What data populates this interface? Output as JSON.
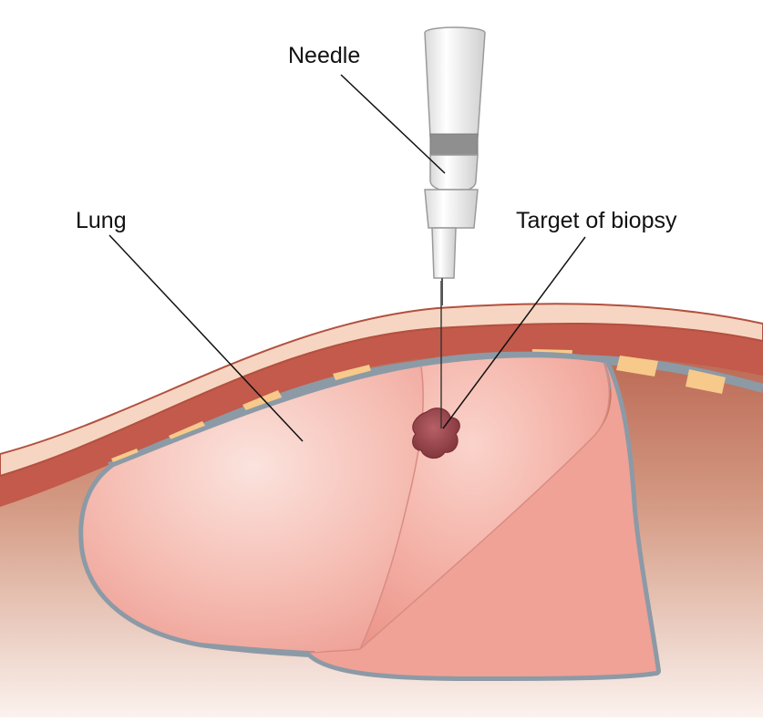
{
  "labels": {
    "needle": "Needle",
    "lung": "Lung",
    "target": "Target of biopsy"
  },
  "colors": {
    "background": "#ffffff",
    "body_cavity": "#c98068",
    "skin": "#f6d6c2",
    "chest_wall": "#c35a4b",
    "pleura": "#8c9aa6",
    "rib": "#f7c98a",
    "lung": "#f2aaa0",
    "lung_highlight": "#f9d3cb",
    "tumor": "#9c4a4f",
    "needle_body": "#f2f2f2",
    "needle_band": "#8f8f8f",
    "leader_line": "#111111"
  }
}
